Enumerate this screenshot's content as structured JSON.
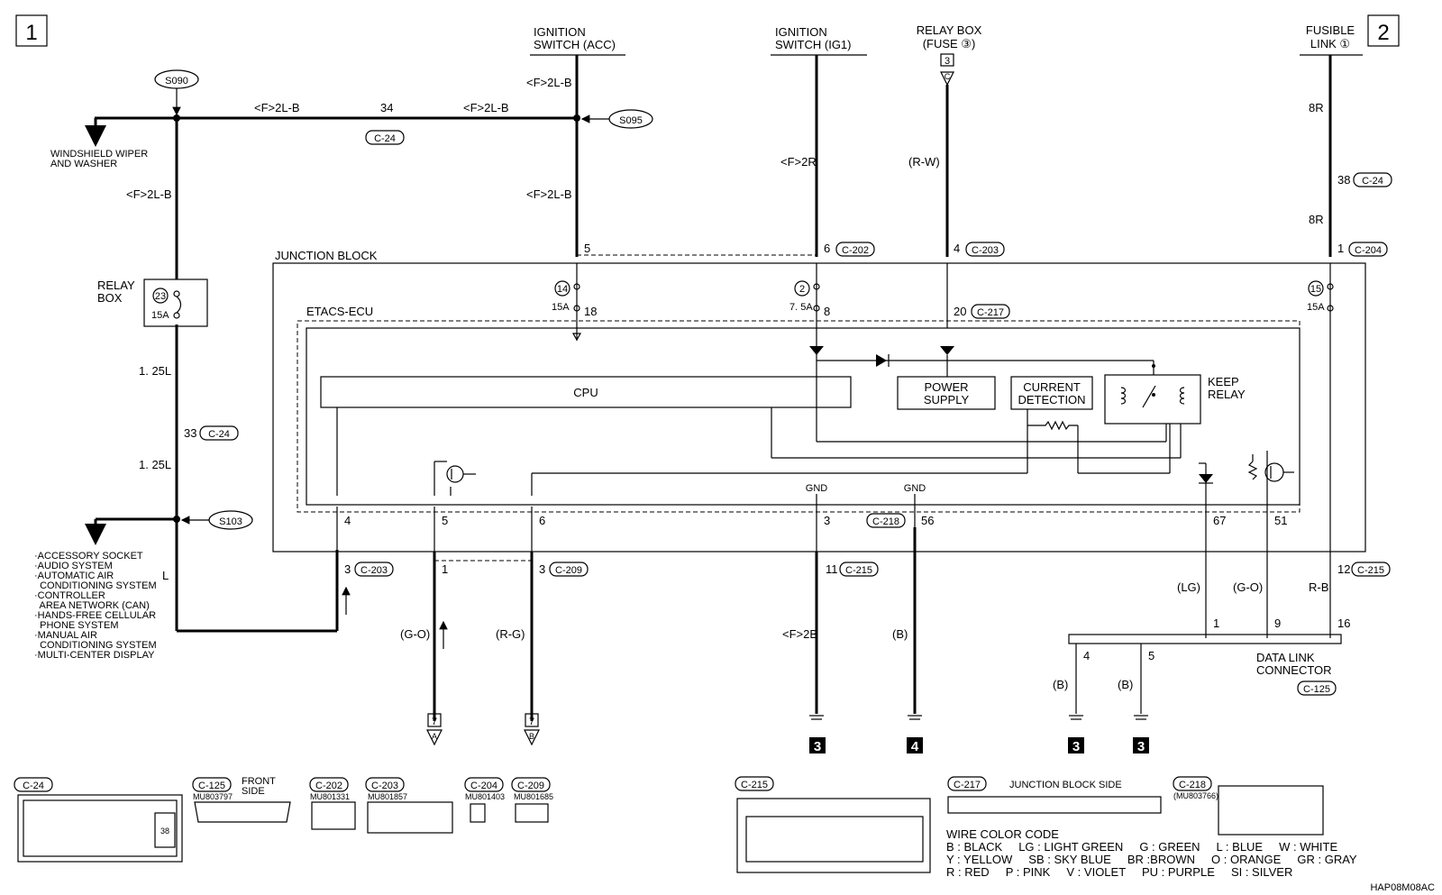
{
  "page": {
    "num_left": "1",
    "num_right": "2",
    "code": "HAP08M08AC"
  },
  "sources": {
    "acc": {
      "line1": "IGNITION",
      "line2": "SWITCH (ACC)"
    },
    "ig1": {
      "line1": "IGNITION",
      "line2": "SWITCH (IG1)"
    },
    "relay": {
      "line1": "RELAY BOX",
      "line2": "(FUSE ③)",
      "ref_num": "3",
      "ref_letter": "C"
    },
    "fusible": {
      "line1": "FUSIBLE",
      "line2": "LINK ①"
    }
  },
  "splices": {
    "s090": "S090",
    "s095": "S095",
    "s103": "S103"
  },
  "wires": {
    "f2lb": "<F>2L-B",
    "f2r": "<F>2R",
    "rw": "(R-W)",
    "r8": "8R",
    "l125": "1. 25L",
    "l": "L",
    "go": "(G-O)",
    "rg": "(R-G)",
    "f2b": "<F>2B",
    "b": "(B)",
    "lg": "(LG)",
    "rb": "R-B"
  },
  "connectors": {
    "c24": "C-24",
    "c125": "C-125",
    "c202": "C-202",
    "c203": "C-203",
    "c204": "C-204",
    "c209": "C-209",
    "c215": "C-215",
    "c217": "C-217",
    "c218": "C-218"
  },
  "pins": {
    "p34": "34",
    "p33": "33",
    "p38": "38",
    "p5": "5",
    "p6": "6",
    "p4": "4",
    "p1": "1",
    "p18": "18",
    "p8": "8",
    "p20": "20",
    "p3": "3",
    "p56": "56",
    "p67": "67",
    "p51": "51",
    "p11": "11",
    "p12": "12",
    "p9": "9",
    "p16": "16"
  },
  "fuses": {
    "f14": "14",
    "f14_amp": "15A",
    "f2": "2",
    "f2_amp": "7. 5A",
    "f15": "15",
    "f15_amp": "15A",
    "f23": "23",
    "f23_amp": "15A"
  },
  "blocks": {
    "junction": "JUNCTION BLOCK",
    "etacs": "ETACS-ECU",
    "cpu": "CPU",
    "power1": "POWER",
    "power2": "SUPPLY",
    "cur1": "CURRENT",
    "cur2": "DETECTION",
    "keep1": "KEEP",
    "keep2": "RELAY",
    "gnd": "GND"
  },
  "relay_box": {
    "line1": "RELAY",
    "line2": "BOX"
  },
  "wiper": {
    "line1": "WINDSHIELD WIPER",
    "line2": "AND WASHER"
  },
  "accessories": [
    "·ACCESSORY SOCKET",
    "·AUDIO SYSTEM",
    "·AUTOMATIC AIR",
    "  CONDITIONING SYSTEM",
    "·CONTROLLER",
    "  AREA NETWORK (CAN)",
    "·HANDS-FREE CELLULAR",
    "  PHONE SYSTEM",
    "·MANUAL AIR",
    "  CONDITIONING SYSTEM",
    "·MULTI-CENTER DISPLAY"
  ],
  "dlc": {
    "line1": "DATA LINK",
    "line2": "CONNECTOR"
  },
  "grounds": {
    "g3": "3",
    "g4": "4"
  },
  "refs": {
    "r7": "7",
    "ra": "A",
    "rb": "B"
  },
  "views": {
    "c125_part": "MU803797",
    "c125_side1": "FRONT",
    "c125_side2": "SIDE",
    "c202_part": "MU801331",
    "c203_part": "MU801857",
    "c204_part": "MU801403",
    "c209_part": "MU801685",
    "c217_side": "JUNCTION BLOCK SIDE",
    "c218_part": "(MU803766)"
  },
  "color_code": {
    "title": "WIRE COLOR CODE",
    "row1": "B : BLACK     LG : LIGHT GREEN     G : GREEN     L : BLUE     W : WHITE",
    "row2": "Y : YELLOW     SB : SKY BLUE     BR :BROWN     O : ORANGE     GR : GRAY",
    "row3": "R : RED     P : PINK     V : VIOLET     PU : PURPLE     SI : SILVER"
  }
}
